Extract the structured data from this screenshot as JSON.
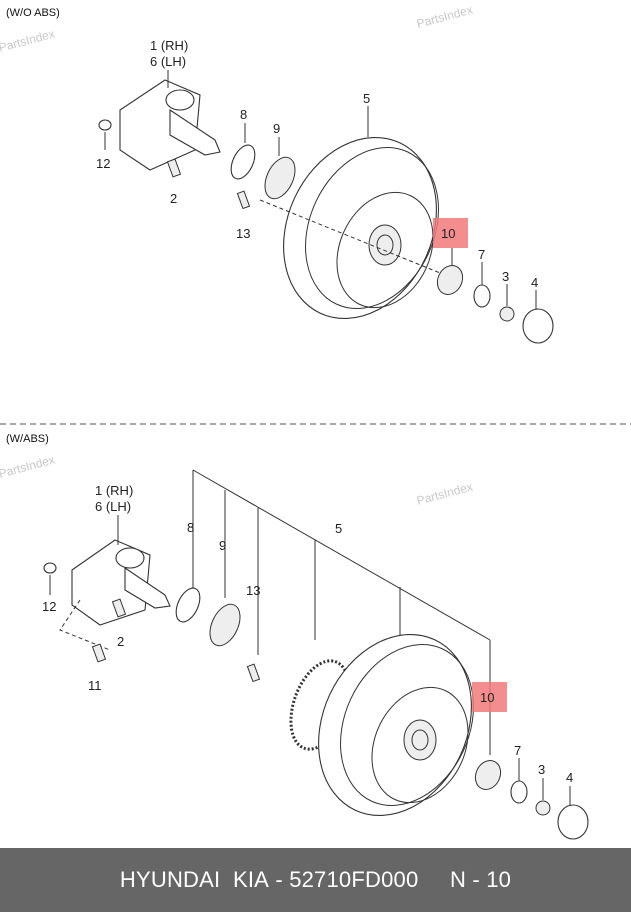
{
  "sections": [
    {
      "title": "(W/O ABS)",
      "labels": {
        "p1": "1 (RH)",
        "p6": "6 (LH)",
        "p12": "12",
        "p2": "2",
        "p8": "8",
        "p9": "9",
        "p13": "13",
        "p5": "5",
        "p10": "10",
        "p7": "7",
        "p3": "3",
        "p4": "4"
      }
    },
    {
      "title": "(W/ABS)",
      "labels": {
        "p1": "1 (RH)",
        "p6": "6 (LH)",
        "p12": "12",
        "p2": "2",
        "p11": "11",
        "p8": "8",
        "p9": "9",
        "p13": "13",
        "p5": "5",
        "p10": "10",
        "p7": "7",
        "p3": "3",
        "p4": "4"
      }
    }
  ],
  "watermark": "PartsIndex",
  "highlight_color": "#f27a7a",
  "footer": {
    "brand": "HYUNDAI  KIA",
    "part_number": "52710FD000",
    "position": "N - 10",
    "sep": " - "
  }
}
